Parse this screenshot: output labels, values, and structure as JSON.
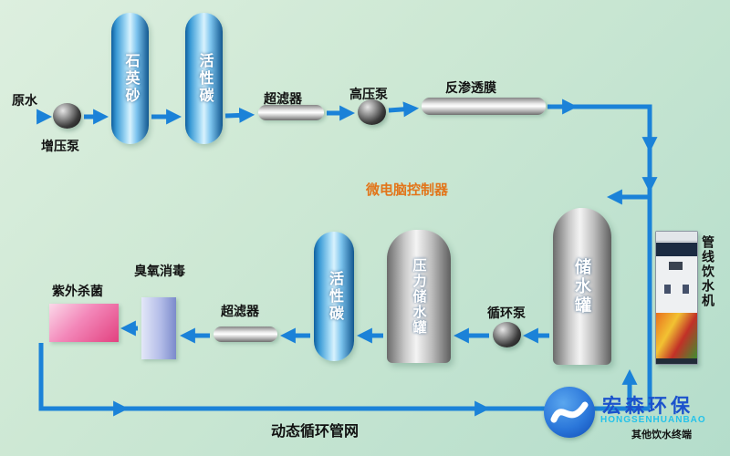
{
  "labels": {
    "raw_water": "原水",
    "booster_pump": "增压泵",
    "quartz_sand": "石英砂",
    "activated_carbon_top": "活性碳",
    "ultrafilter_top": "超滤器",
    "high_pressure_pump": "高压泵",
    "ro_membrane": "反渗透膜",
    "controller": "微电脑控制器",
    "storage_tank": "储水罐",
    "dispenser": "管线饮水机",
    "circulation_pump": "循环泵",
    "pressure_tank": "压力储水罐",
    "activated_carbon_bottom": "活性碳",
    "ultrafilter_bottom": "超滤器",
    "ozone": "臭氧消毒",
    "uv": "紫外杀菌",
    "network": "动态循环管网",
    "other_terminals": "其他饮水终端"
  },
  "logo": {
    "cn": "宏森环保",
    "en": "HONGSENHUANBAO"
  },
  "colors": {
    "pipe": "#1b82d8",
    "controller_text": "#e2751a",
    "logo_blue": "#1b52cc",
    "logo_cyan": "#25c2ea"
  }
}
